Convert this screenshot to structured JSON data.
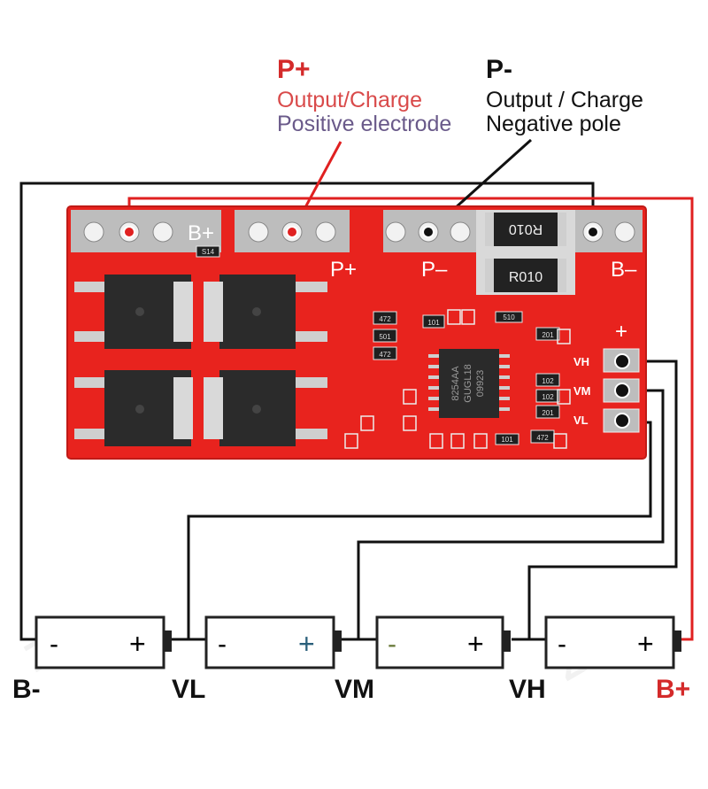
{
  "annotations": {
    "p_plus": {
      "title": "P+",
      "line1": "Output/Charge",
      "line2": "Positive electrode"
    },
    "p_minus": {
      "title": "P-",
      "line1": "Output / Charge",
      "line2": "Negative pole"
    }
  },
  "board": {
    "silkscreen": {
      "b_plus": "B+",
      "p_plus": "P+",
      "p_minus": "P–",
      "b_minus": "B–",
      "plus": "+",
      "vh": "VH",
      "vm": "VM",
      "vl": "VL"
    },
    "resistor_top": "R010",
    "resistor_bottom": "R010",
    "chip_lines": [
      "8254AA",
      "GUGL18",
      "09923"
    ],
    "smd_marks": [
      "S14",
      "472",
      "501",
      "472",
      "101",
      "510",
      "201",
      "102",
      "102",
      "201",
      "101",
      "472"
    ]
  },
  "cells": [
    {
      "neg": "-",
      "pos": "+"
    },
    {
      "neg": "-",
      "pos": "+"
    },
    {
      "neg": "-",
      "pos": "+"
    },
    {
      "neg": "-",
      "pos": "+"
    }
  ],
  "terminals": {
    "b_minus": "B-",
    "vl": "VL",
    "vm": "VM",
    "vh": "VH",
    "b_plus": "B+"
  },
  "colors": {
    "red": "#e02020",
    "board": "#e8231e",
    "pad": "#bdbdbd",
    "mosfet": "#2b2b2b",
    "label_red": "#d42a2a",
    "label_purple": "#6a5a8a",
    "wire": "#111111"
  },
  "watermark": "ZT"
}
